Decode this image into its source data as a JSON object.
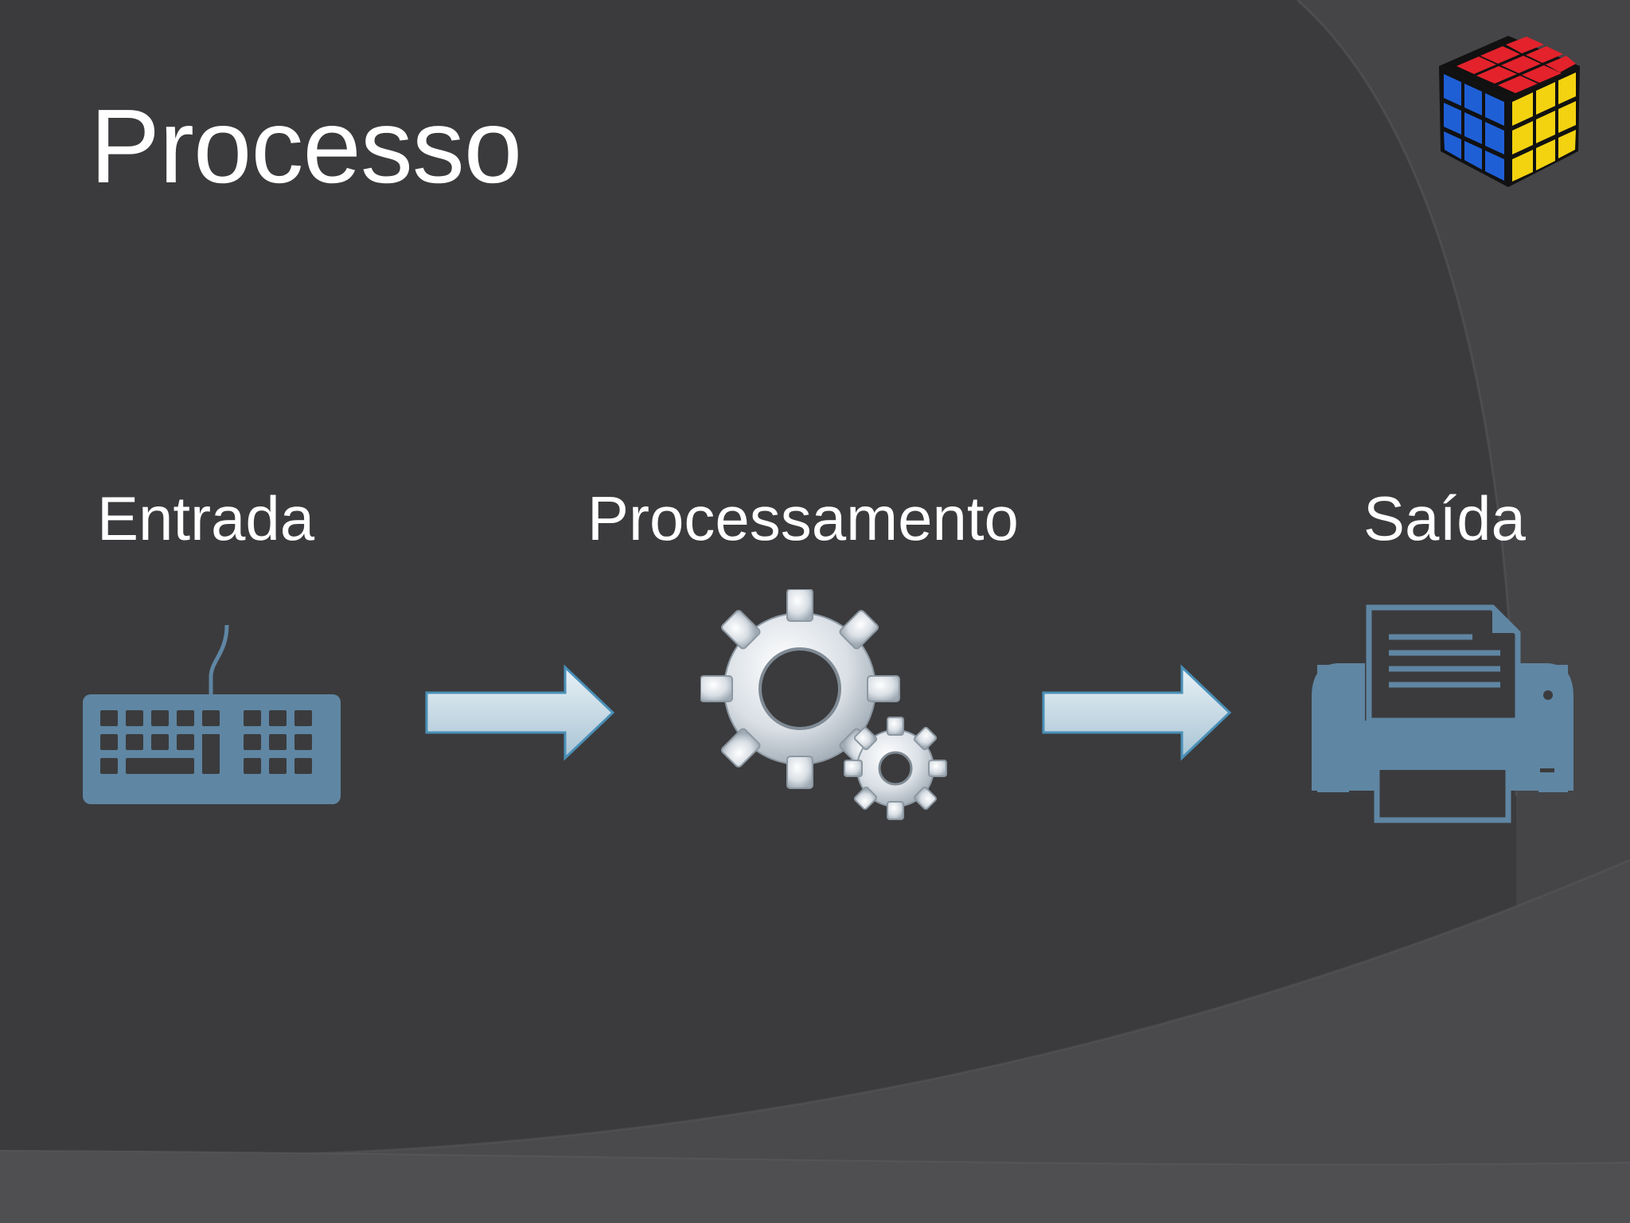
{
  "slide": {
    "title": "Processo",
    "steps": [
      {
        "label": "Entrada",
        "icon": "keyboard-icon"
      },
      {
        "label": "Processamento",
        "icon": "gears-icon"
      },
      {
        "label": "Saída",
        "icon": "printer-icon"
      }
    ],
    "connectors": [
      "arrow-right-icon",
      "arrow-right-icon"
    ],
    "decoration": "rubik-cube-icon"
  },
  "colors": {
    "background": "#3b3b3d",
    "title_text": "#ffffff",
    "icon_blue": "#5f86a3",
    "arrow_fill": "#cfe0ea",
    "arrow_stroke": "#4a90b8"
  }
}
